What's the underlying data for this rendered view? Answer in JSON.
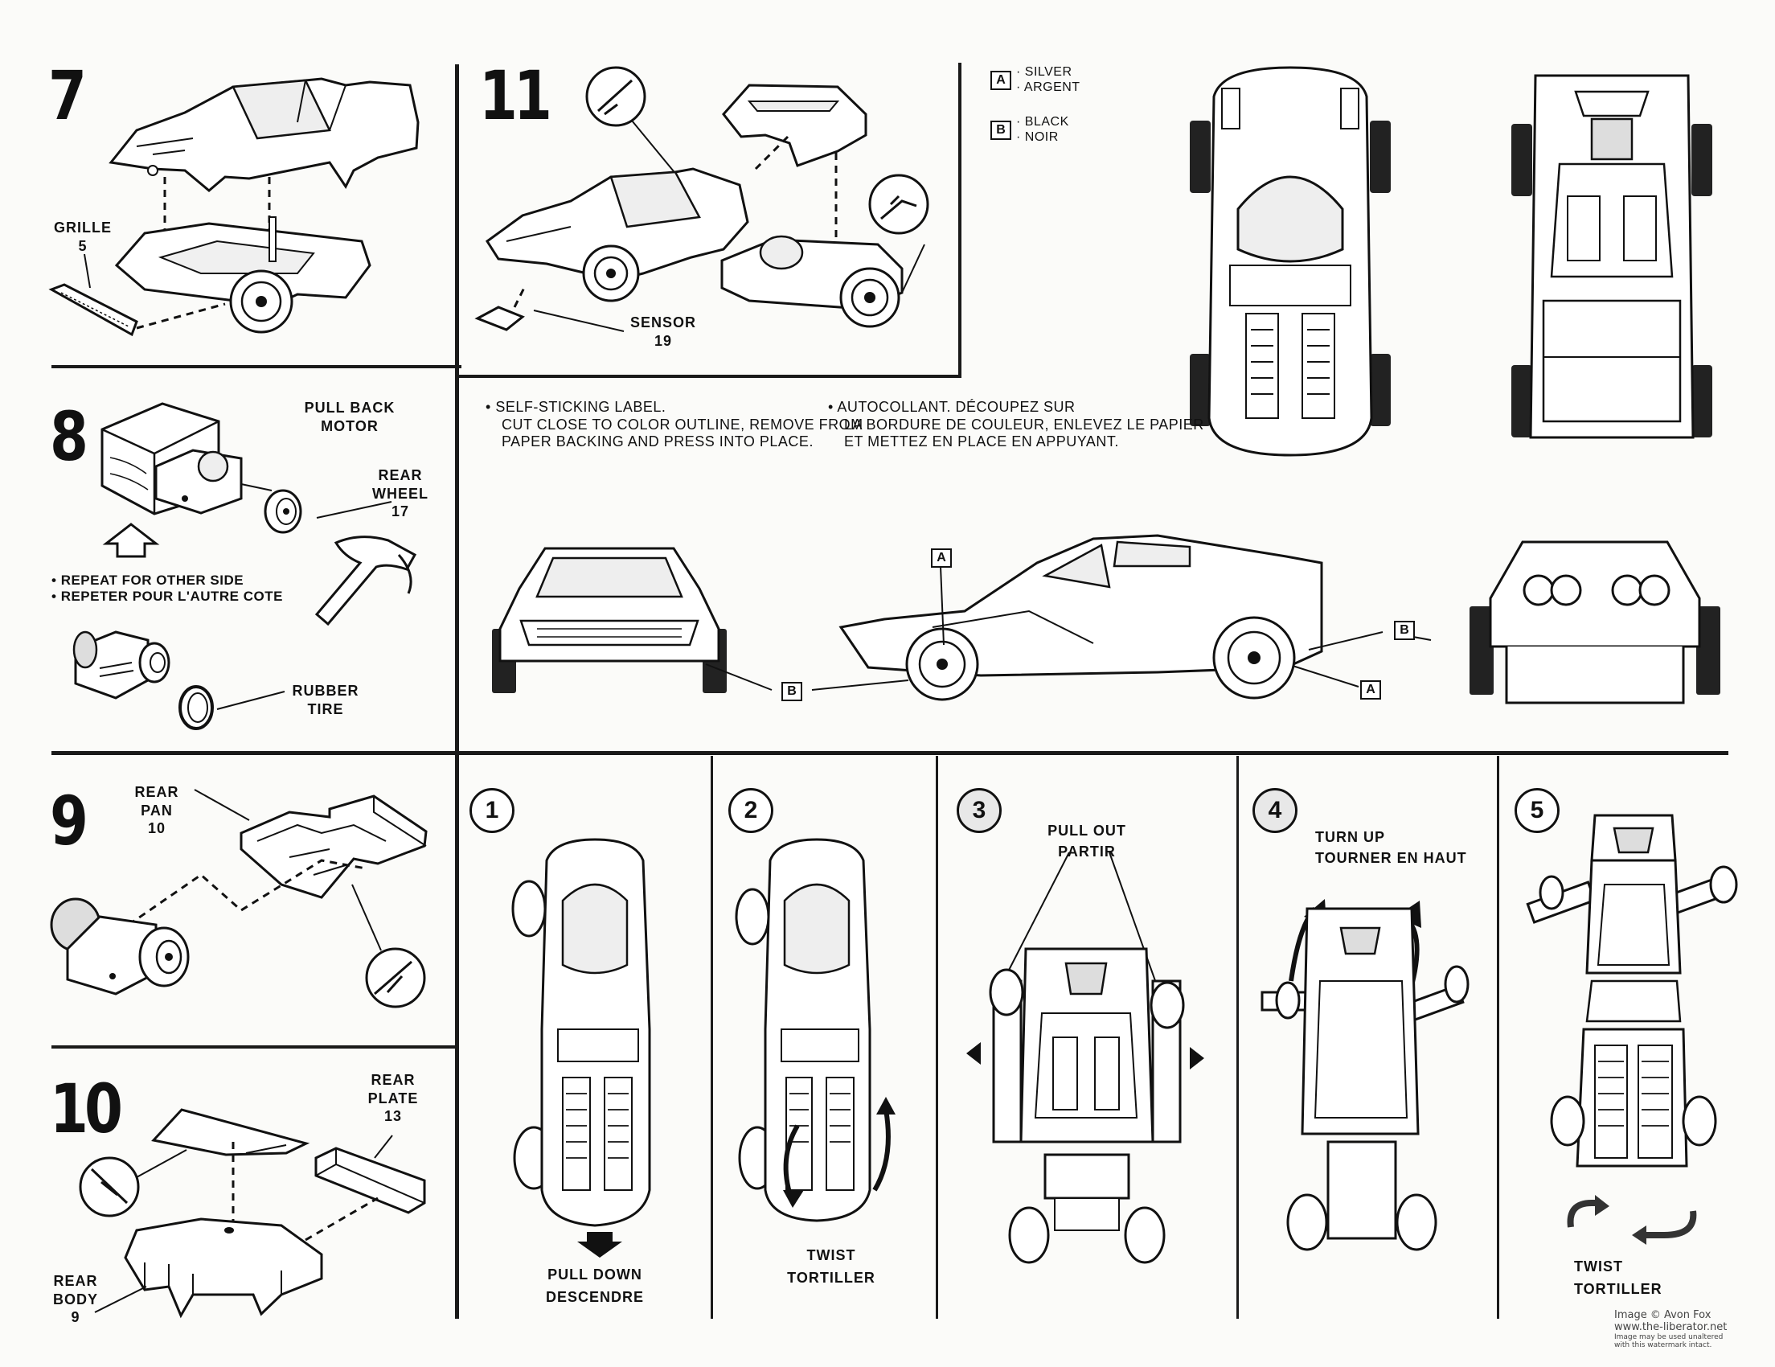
{
  "steps": {
    "s7": {
      "number": "7",
      "grille_label": "GRILLE",
      "grille_num": "5"
    },
    "s8": {
      "number": "8",
      "motor_line1": "PULL BACK",
      "motor_line2": "MOTOR",
      "wheel_line1": "REAR",
      "wheel_line2": "WHEEL",
      "wheel_num": "17",
      "repeat_en": "REPEAT FOR OTHER SIDE",
      "repeat_fr": "REPETER POUR  L'AUTRE COTE",
      "tire_line1": "RUBBER",
      "tire_line2": "TIRE"
    },
    "s9": {
      "number": "9",
      "pan_line1": "REAR",
      "pan_line2": "PAN",
      "pan_num": "10"
    },
    "s10": {
      "number": "10",
      "plate_line1": "REAR",
      "plate_line2": "PLATE",
      "plate_num": "13",
      "body_line1": "REAR",
      "body_line2": "BODY",
      "body_num": "9"
    },
    "s11": {
      "number": "11",
      "sensor_label": "SENSOR",
      "sensor_num": "19"
    }
  },
  "legend": {
    "a_box": "A",
    "a_en": "SILVER",
    "a_fr": "ARGENT",
    "b_box": "B",
    "b_en": "BLACK",
    "b_fr": "NOIR"
  },
  "label_note": {
    "en_line1": "SELF-STICKING LABEL.",
    "en_line2": "CUT CLOSE TO COLOR OUTLINE, REMOVE FROM",
    "en_line3": "PAPER BACKING AND PRESS INTO PLACE.",
    "fr_line1": "AUTOCOLLANT. DÉCOUPEZ SUR",
    "fr_line2": "LA BORDURE DE COULEUR, ENLEVEZ LE PAPIER",
    "fr_line3": "ET METTEZ EN PLACE EN APPUYANT."
  },
  "callouts": {
    "a": "A",
    "b": "B"
  },
  "transform": [
    {
      "num": "1",
      "en": "PULL DOWN",
      "fr": "DESCENDRE"
    },
    {
      "num": "2",
      "en": "TWIST",
      "fr": "TORTILLER"
    },
    {
      "num": "3",
      "en": "PULL OUT",
      "fr": "PARTIR"
    },
    {
      "num": "4",
      "en": "TURN UP",
      "fr": "TOURNER EN HAUT"
    },
    {
      "num": "5",
      "en": "TWIST",
      "fr": "TORTILLER"
    }
  ],
  "watermark": {
    "line1": "Image © Avon Fox",
    "line2": "www.the-liberator.net",
    "line3": "Image may be used unaltered",
    "line4": "with this watermark intact."
  }
}
